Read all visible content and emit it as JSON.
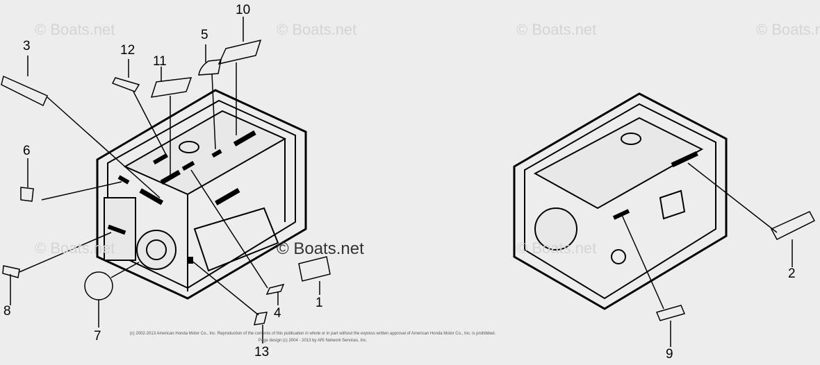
{
  "watermark": "© Boats.net",
  "overlay_watermark": "© Boats.net",
  "callouts": [
    "1",
    "2",
    "3",
    "4",
    "5",
    "6",
    "7",
    "8",
    "9",
    "10",
    "11",
    "12",
    "13"
  ],
  "footer": {
    "line1": "(c) 2002-2013 American Honda Motor Co., Inc. Reproduction of the contents of this publication in whole or in part without the express written approval of American Honda Motor Co., Inc. is prohibited.",
    "line2": "Page design (c) 2004 - 2013 by ARI Network Services, Inc."
  },
  "colors": {
    "background": "#ededed",
    "line": "#000000"
  }
}
